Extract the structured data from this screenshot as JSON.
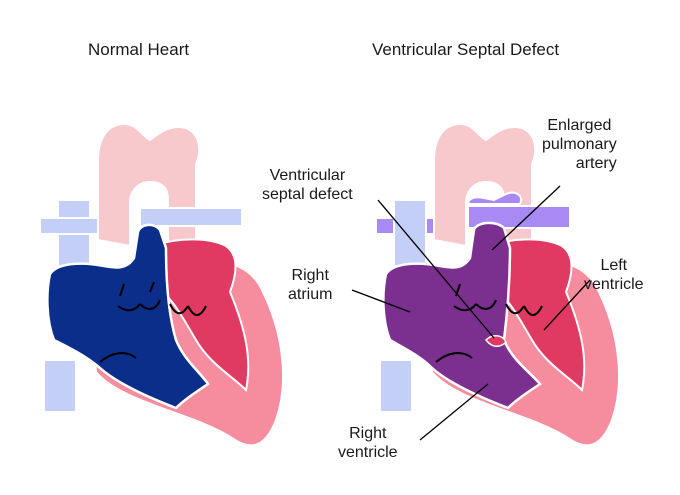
{
  "titles": {
    "normal": "Normal Heart",
    "vsd": "Ventricular Septal Defect"
  },
  "labels": {
    "enlarged_pa": [
      "Enlarged",
      "pulmonary",
      "artery"
    ],
    "vsd": [
      "Ventricular",
      "septal defect"
    ],
    "right_atrium": [
      "Right",
      "atrium"
    ],
    "left_ventricle": [
      "Left",
      "ventricle"
    ],
    "right_ventricle": [
      "Right",
      "ventricle"
    ]
  },
  "colors": {
    "aorta": "#f7c9cc",
    "vena_cava": "#c4cff8",
    "normal_deoxygenated": "#0a2e8a",
    "oxygenated": "#e03a63",
    "myocardium": "#f58d9f",
    "mixed_blood": "#7b2f8e",
    "enlarged_pa": "#a98af5",
    "outline": "#ffffff"
  }
}
